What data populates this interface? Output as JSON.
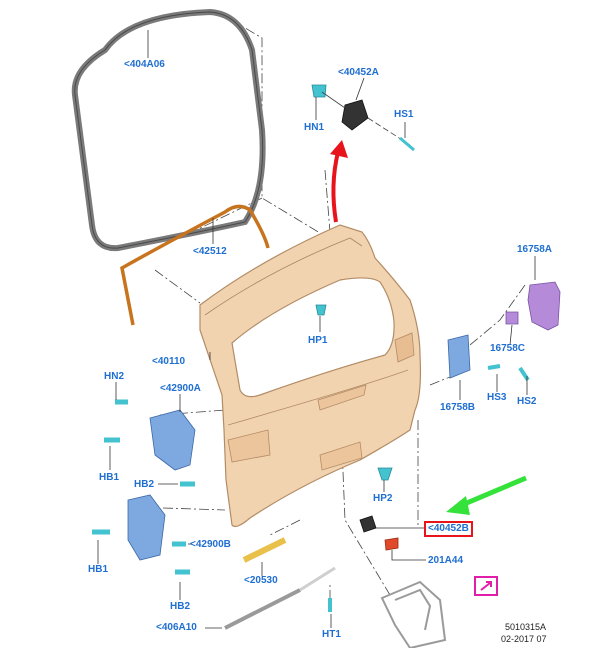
{
  "colors": {
    "label": "#1f6fd1",
    "leader": "#333333",
    "panel_fill": "#f1d3b0",
    "panel_stroke": "#b38c66",
    "seal_stroke": "#8a8a8a",
    "spoiler_seal": "#c8741f",
    "clip_teal": "#43c2cf",
    "bracket_blue": "#7ea8e0",
    "purple": "#b48ad9",
    "red_arrow": "#e8141c",
    "green_arrow": "#35e23a",
    "highlight_box": "#e8141c",
    "magic_box": "#e21ea8"
  },
  "labels": {
    "l404a06": "<404A06",
    "l40452a": "<40452A",
    "hn1": "HN1",
    "hs1": "HS1",
    "l42512": "<42512",
    "l16758a": "16758A",
    "l40110": "<40110",
    "hp1": "HP1",
    "l16758c": "16758C",
    "hn2": "HN2",
    "l42900a": "<42900A",
    "hs3": "HS3",
    "hs2": "HS2",
    "l16758b": "16758B",
    "hb1_top": "HB1",
    "hb2": "HB2",
    "hp2": "HP2",
    "l40452b": "<40452B",
    "l42900b": "<42900B",
    "l201a44": "201A44",
    "hb1_bottom": "HB1",
    "l20530": "<20530",
    "hb2_bottom": "HB2",
    "l406a10": "<406A10",
    "ht1": "HT1"
  },
  "icons": {
    "magic": "link-arrow-icon"
  },
  "footer": {
    "code": "5010315A",
    "date": "02-2017 07"
  }
}
